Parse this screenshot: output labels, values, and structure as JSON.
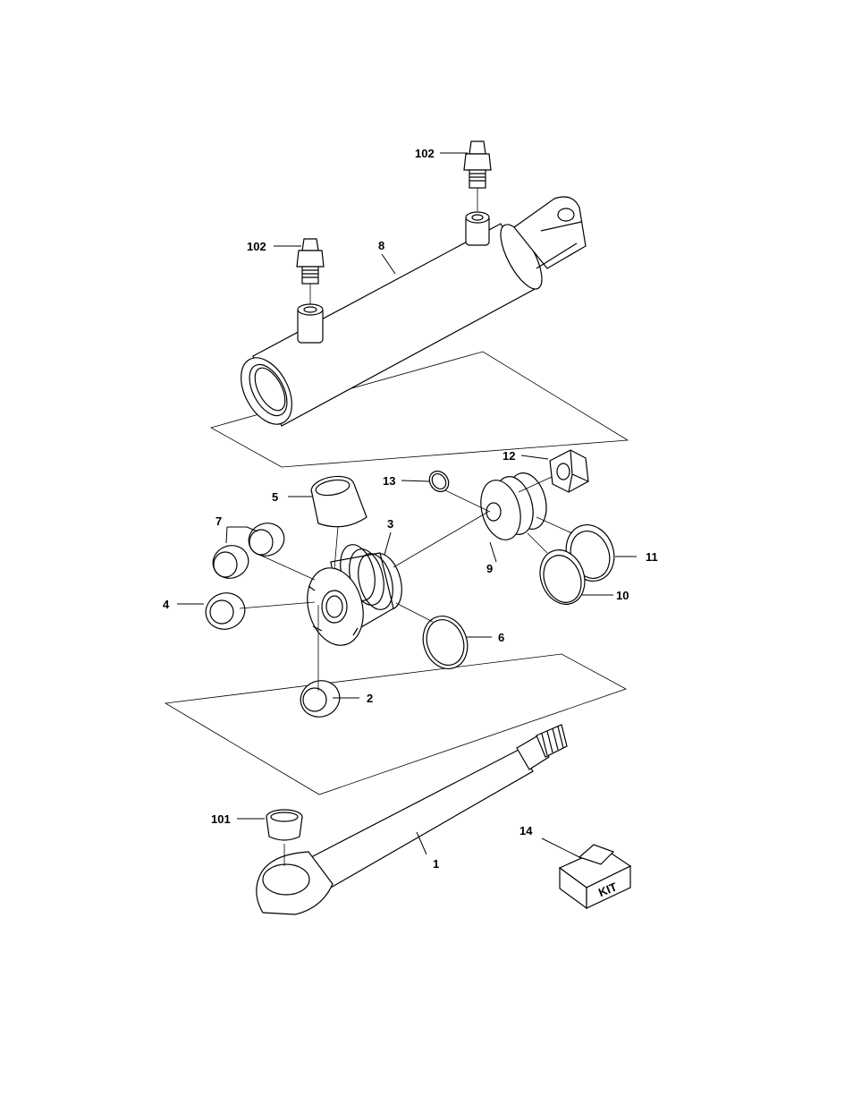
{
  "callouts": [
    {
      "id": "c102a",
      "label": "102"
    },
    {
      "id": "c102b",
      "label": "102"
    },
    {
      "id": "c8",
      "label": "8"
    },
    {
      "id": "c12",
      "label": "12"
    },
    {
      "id": "c13",
      "label": "13"
    },
    {
      "id": "c5",
      "label": "5"
    },
    {
      "id": "c7",
      "label": "7"
    },
    {
      "id": "c3",
      "label": "3"
    },
    {
      "id": "c9",
      "label": "9"
    },
    {
      "id": "c11",
      "label": "11"
    },
    {
      "id": "c10",
      "label": "10"
    },
    {
      "id": "c4",
      "label": "4"
    },
    {
      "id": "c6",
      "label": "6"
    },
    {
      "id": "c2",
      "label": "2"
    },
    {
      "id": "c101",
      "label": "101"
    },
    {
      "id": "c14",
      "label": "14"
    },
    {
      "id": "c1",
      "label": "1"
    }
  ],
  "kit_box": {
    "text": "KIT"
  }
}
